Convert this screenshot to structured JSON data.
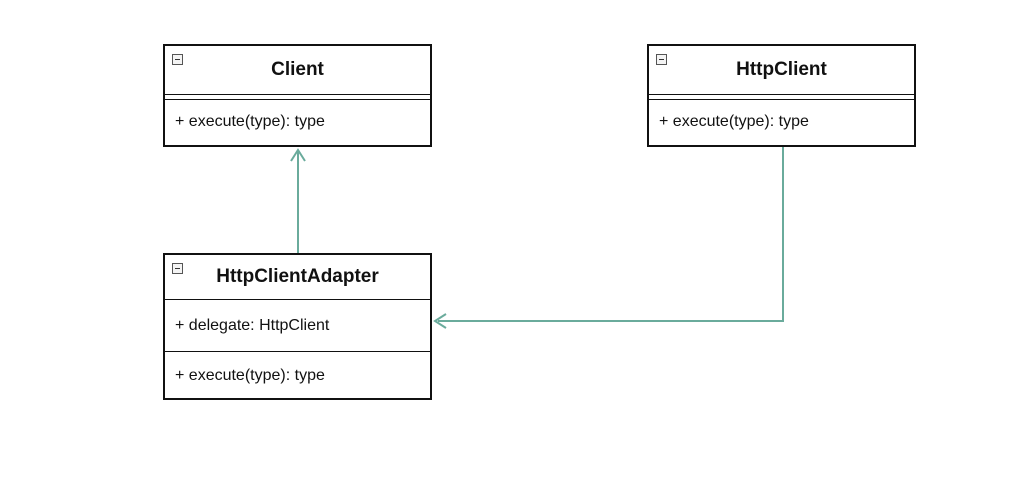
{
  "diagram": {
    "classes": [
      {
        "id": "client",
        "name": "Client",
        "attributes": [],
        "operations": [
          "+ execute(type): type"
        ]
      },
      {
        "id": "httpclient",
        "name": "HttpClient",
        "attributes": [],
        "operations": [
          "+ execute(type): type"
        ]
      },
      {
        "id": "adapter",
        "name": "HttpClientAdapter",
        "attributes": [
          "+ delegate: HttpClient"
        ],
        "operations": [
          "+ execute(type): type"
        ]
      }
    ],
    "relations": [
      {
        "from": "adapter",
        "to": "client",
        "kind": "realization"
      },
      {
        "from": "httpclient",
        "to": "adapter",
        "kind": "association"
      }
    ],
    "colors": {
      "border": "#111111",
      "connector": "#6aab9c",
      "background": "#ffffff"
    }
  }
}
